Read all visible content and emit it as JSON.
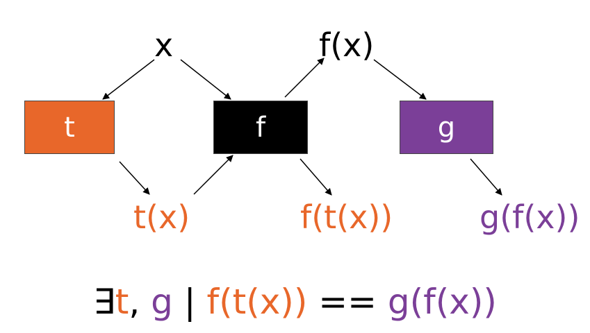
{
  "colors": {
    "t": "#e8672a",
    "f": "#000000",
    "g": "#7b3f98",
    "arrow": "#000000"
  },
  "nodes": {
    "x": "x",
    "fx": "f(x)",
    "tx": "t(x)",
    "ftx": "f(t(x))",
    "gfx": "g(f(x))"
  },
  "boxes": {
    "t": "t",
    "f": "f",
    "g": "g"
  },
  "formula": {
    "exists": "∃",
    "t": "t",
    "comma": ", ",
    "g": "g",
    "bar": " | ",
    "lhs": "f(t(x))",
    "eq": " == ",
    "rhs": "g(f(x))"
  }
}
